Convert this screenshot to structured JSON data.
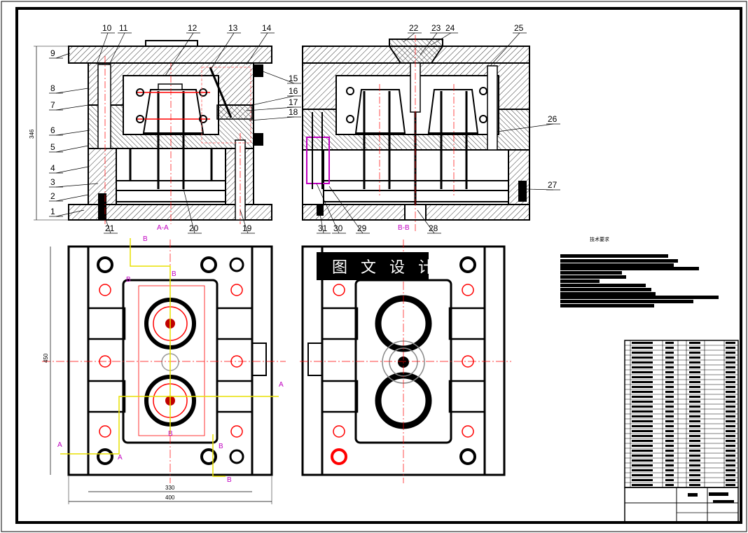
{
  "part_labels": [
    "1",
    "2",
    "3",
    "4",
    "5",
    "6",
    "7",
    "8",
    "9",
    "10",
    "11",
    "12",
    "13",
    "14",
    "15",
    "16",
    "17",
    "18",
    "19",
    "20",
    "21",
    "22",
    "23",
    "24",
    "25",
    "26",
    "27",
    "28",
    "29",
    "30",
    "31"
  ],
  "section_labels": {
    "aa": "A-A",
    "bb": "B-B",
    "a": "A",
    "b": "B"
  },
  "dimensions": {
    "height": "346",
    "width_plan": "450",
    "inner_width": "330",
    "outer_width": "400"
  },
  "watermark": "图 文 设 计",
  "tech_requirements_title": "技术要求",
  "colors": {
    "outline": "#000000",
    "centerline": "#ff0000",
    "section_line": "#ffff00",
    "section_text": "#c000c0",
    "cooling": "#0000ff"
  }
}
